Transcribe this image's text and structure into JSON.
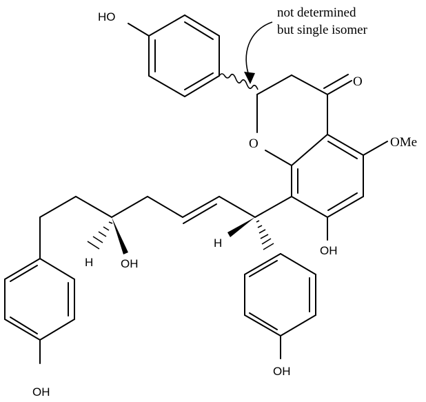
{
  "annotation": {
    "line1": "not determined",
    "line2": "but single isomer"
  },
  "labels": {
    "oh_ring_a": "HO",
    "carbonyl_o": "O",
    "ring_o": "O",
    "ome": "OMe",
    "oh_c7": "OH",
    "h_benzylic": "H",
    "h_carbinol": "H",
    "oh_carbinol": "OH",
    "oh_ring_c": "OH",
    "oh_ring_d": "OH"
  },
  "colors": {
    "ink": "#000000",
    "background": "#ffffff"
  }
}
